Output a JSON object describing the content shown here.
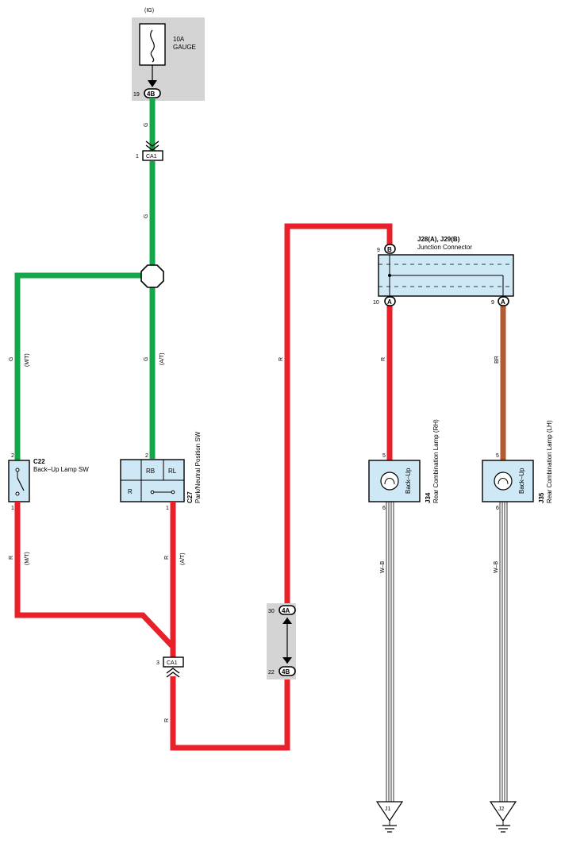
{
  "power": {
    "ig": "(IG)",
    "fuse_amp": "10A",
    "fuse_name": "GAUGE"
  },
  "connectors": {
    "c4b_top": {
      "pin": "19",
      "code": "4B"
    },
    "ca1_top": {
      "pin": "1",
      "code": "CA1"
    },
    "ca1_bottom": {
      "pin": "3",
      "code": "CA1"
    },
    "c4a": {
      "pin": "30",
      "code": "4A"
    },
    "c4b_bottom": {
      "pin": "22",
      "code": "4B"
    }
  },
  "junction": {
    "title": "J28(A), J29(B)",
    "subtitle": "Junction Connector",
    "pin_b": "9",
    "code_b": "B",
    "pin_a1": "10",
    "code_a1": "A",
    "pin_a2": "9",
    "code_a2": "A"
  },
  "backup_sw": {
    "id": "C22",
    "name": "Back–Up Lamp SW",
    "pin_top": "2",
    "pin_bottom": "1"
  },
  "park_sw": {
    "id": "C27",
    "name": "Park/Neutral Position SW",
    "pin_top": "2",
    "pin_bottom": "1",
    "rb": "RB",
    "rl": "RL",
    "r": "R"
  },
  "lamp_rh": {
    "id": "J34",
    "name": "Rear Combination Lamp (RH)",
    "label": "Back–Up",
    "pin_top": "5",
    "pin_bottom": "6"
  },
  "lamp_lh": {
    "id": "J35",
    "name": "Rear Combination Lamp (LH)",
    "label": "Back–Up",
    "pin_top": "5",
    "pin_bottom": "6"
  },
  "wires": {
    "g": "G",
    "r": "R",
    "br": "BR",
    "wb": "W–B",
    "mt": "(M/T)",
    "at": "(A/T)"
  },
  "grounds": {
    "j1": "J1",
    "j2": "J2"
  },
  "colors": {
    "green": "#12a84a",
    "red": "#e8202a",
    "brown": "#b35a32",
    "box": "#cfe8f5",
    "grey": "#d4d4d4"
  }
}
